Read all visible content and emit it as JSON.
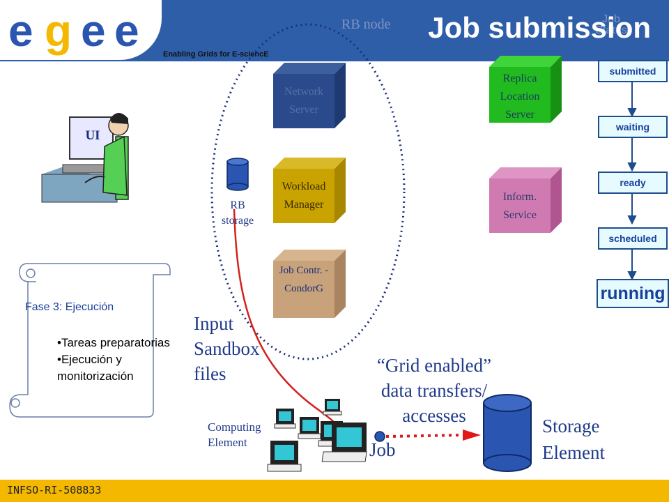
{
  "header": {
    "title": "Job submission",
    "tagline": "Enabling Grids for E-sciencE",
    "logo_text": "egee"
  },
  "rb_node_label": "RB node",
  "job_status_label": "Job Status",
  "ui_label": "UI",
  "rb_storage_label": "RB storage",
  "components": {
    "network_server": "Network Server",
    "workload_manager": "Workload Manager",
    "job_controller": "Job Contr. - CondorG",
    "replica_location_server": "Replica Location Server",
    "information_service": "Inform. Service"
  },
  "statuses": [
    "submitted",
    "waiting",
    "ready",
    "scheduled",
    "running"
  ],
  "scroll": {
    "phase_label": "Fase 3: Ejecución",
    "items": [
      "Tareas preparatorias",
      "Ejecución y monitorización"
    ]
  },
  "input_sandbox": "Input Sandbox files",
  "grid_enabled": "“Grid enabled” data transfers/ accesses",
  "computing_element": "Computing Element",
  "job_label": "Job",
  "storage_element": "Storage Element",
  "footer": "INFSO-RI-508833",
  "colors": {
    "header_blue": "#2f5ea8",
    "footer_gold": "#f4b800",
    "network_cube": "#2b4a8c",
    "workload_cube": "#c9a400",
    "job_contr_cube": "#c8a27a",
    "replica_cube": "#22bb1f",
    "inform_cube": "#d07ab2",
    "storage_blue": "#2a55b0",
    "sandbox_arrow": "#d42020"
  },
  "icons": [
    "user-at-computer-icon",
    "cylinder-storage-icon",
    "computer-cluster-icon",
    "scroll-icon"
  ]
}
